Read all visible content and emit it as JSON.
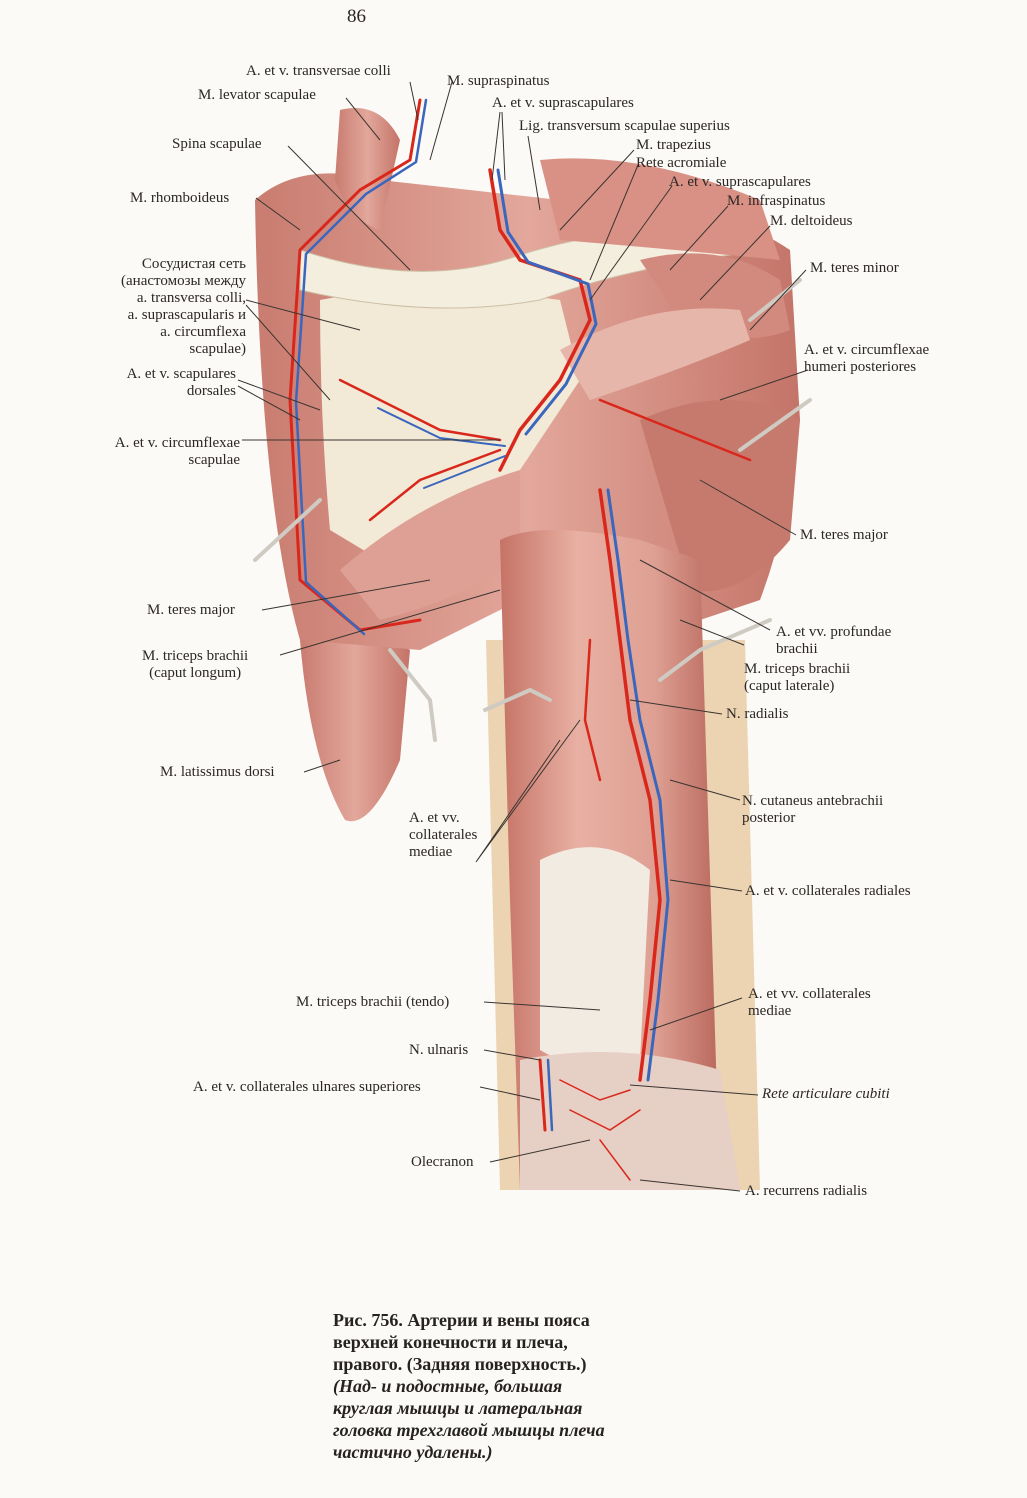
{
  "page_number": "86",
  "labels": {
    "transversae_colli": "A. et v. transversae colli",
    "levator_scapulae": "M. levator scapulae",
    "supraspinatus": "M. supraspinatus",
    "suprascapulares_top": "A. et v. suprascapulares",
    "lig_transversum": "Lig. transversum scapulae superius",
    "spina_scapulae": "Spina scapulae",
    "trapezius": "M. trapezius",
    "rete_acromiale": "Rete acromiale",
    "suprascapulares_mid": "A. et v. suprascapulares",
    "rhomboideus": "M. rhomboideus",
    "infraspinatus": "M. infraspinatus",
    "deltoideus": "M. deltoideus",
    "vascular_net": [
      "Сосудистая сеть",
      "(анастомозы между",
      "a. transversa colli,",
      "a. suprascapularis и",
      "a. circumflexa",
      "scapulae)"
    ],
    "teres_minor": "M. teres minor",
    "circumflexae_humeri": [
      "A. et v. circumflexae",
      "humeri posteriores"
    ],
    "scapulares_dorsales": [
      "A. et v. scapulares",
      "dorsales"
    ],
    "circumflexae_scapulae": [
      "A. et v. circumflexae",
      "scapulae"
    ],
    "teres_major_right": "M. teres major",
    "teres_major_left": "M. teres major",
    "profundae_brachii": [
      "A. et vv. profundae",
      "brachii"
    ],
    "triceps_longum": [
      "M. triceps brachii",
      "(caput longum)"
    ],
    "triceps_laterale": [
      "M. triceps brachii",
      "(caput laterale)"
    ],
    "n_radialis": "N. radialis",
    "latissimus_dorsi": "M. latissimus dorsi",
    "cutaneus_antebrachii": [
      "N. cutaneus antebrachii",
      "posterior"
    ],
    "collaterales_mediae_left": [
      "A. et vv.",
      "collaterales",
      "mediae"
    ],
    "collaterales_radiales": "A. et v. collaterales radiales",
    "triceps_tendo": "M. triceps brachii (tendo)",
    "collaterales_mediae_right": [
      "A. et vv. collaterales",
      "mediae"
    ],
    "n_ulnaris": "N. ulnaris",
    "collaterales_ulnares": "A. et v. collaterales ulnares superiores",
    "rete_articulare": "Rete articulare cubiti",
    "olecranon": "Olecranon",
    "recurrens_radialis": "A. recurrens radialis"
  },
  "caption": {
    "lines": [
      "Рис. 756. Артерии и вены пояса",
      "верхней конечности и плеча,",
      "правого. (Задняя поверхность.)"
    ],
    "note_lines": [
      "(Над- и подостные, большая",
      "круглая мышцы и латеральная",
      "головка трехглавой мышцы плеча",
      "частично удалены.)"
    ]
  },
  "colors": {
    "muscle": "#d9958a",
    "muscle_dark": "#b86c62",
    "tendon": "#efe6dc",
    "bone": "#f3ead8",
    "artery": "#e0281c",
    "vein": "#3f6fc4",
    "fascia": "#e6c9a0"
  }
}
